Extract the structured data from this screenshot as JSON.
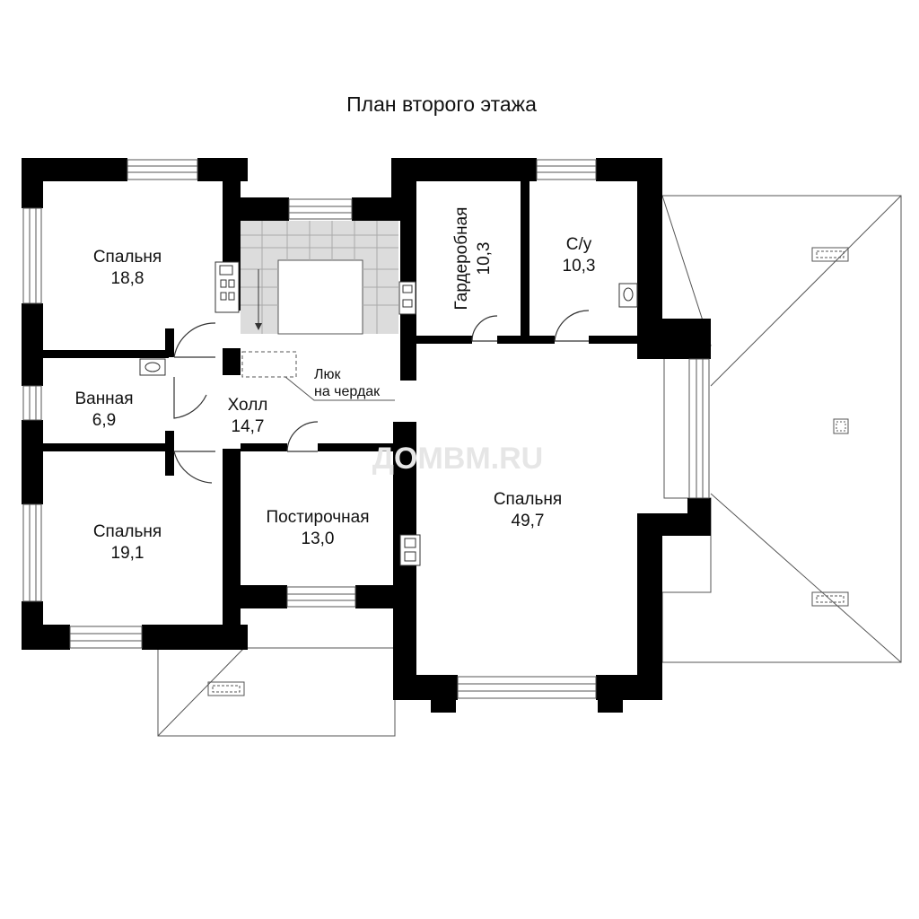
{
  "plan": {
    "title": "План второго этажа",
    "watermark": "ДОМВМ.RU",
    "rooms": [
      {
        "id": "bedroom-1",
        "name": "Спальня",
        "area": "18,8"
      },
      {
        "id": "bath",
        "name": "Ванная",
        "area": "6,9"
      },
      {
        "id": "bedroom-2",
        "name": "Спальня",
        "area": "19,1"
      },
      {
        "id": "hall",
        "name": "Холл",
        "area": "14,7"
      },
      {
        "id": "laundry",
        "name": "Постирочная",
        "area": "13,0"
      },
      {
        "id": "wardrobe",
        "name": "Гардеробная",
        "area": "10,3"
      },
      {
        "id": "wc",
        "name": "С/у",
        "area": "10,3"
      },
      {
        "id": "bedroom-3",
        "name": "Спальня",
        "area": "49,7"
      }
    ],
    "hatch": {
      "line1": "Люк",
      "line2": "на чердак"
    }
  },
  "colors": {
    "wall": "#000000",
    "stair": "#dcdcdc",
    "line": "#555555"
  }
}
